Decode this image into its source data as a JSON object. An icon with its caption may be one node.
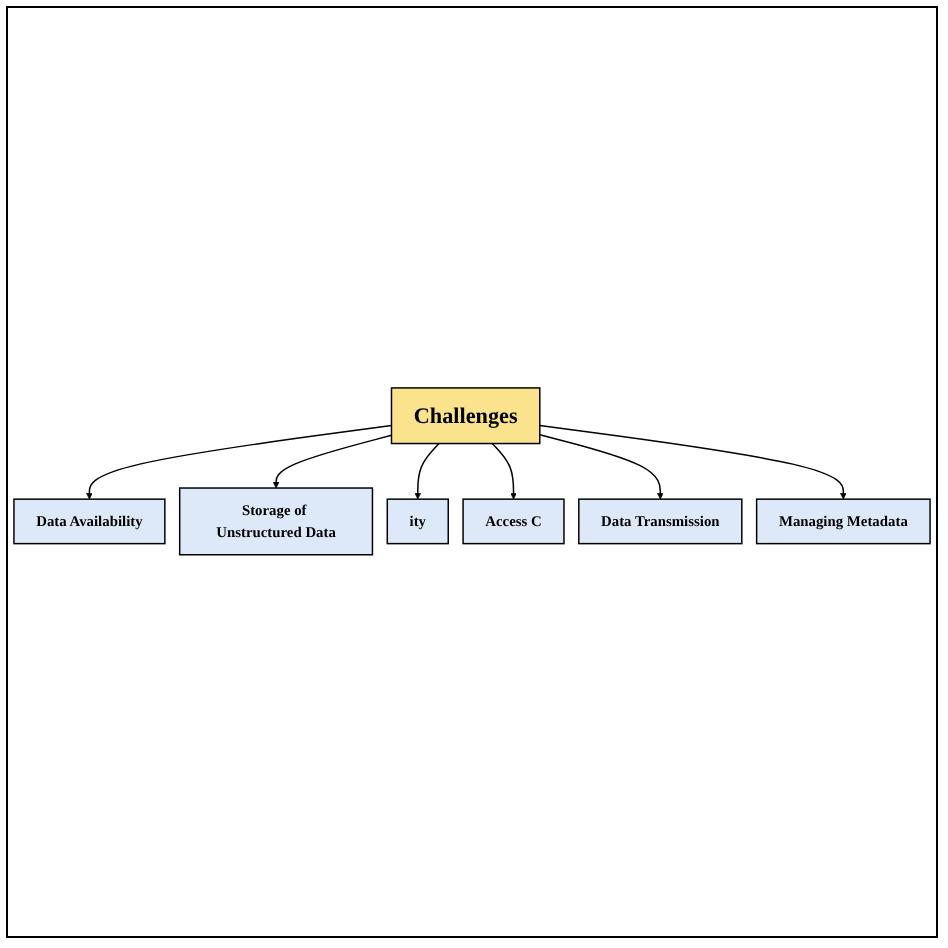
{
  "diagram": {
    "nodes": [
      {
        "text": [
          "Data Availability"
        ]
      },
      {
        "text": [
          "Storage of Unstructured Data"
        ]
      },
      {
        "text": [
          "ity"
        ]
      },
      {
        "text": [
          "Challenges"
        ]
      },
      {
        "text": [
          "Access C"
        ]
      },
      {
        "text": [
          "Data Transmission"
        ]
      },
      {
        "text": [
          "Managing Metadata"
        ]
      }
    ],
    "edges": [
      {
        "from": 3,
        "to": 0,
        "arrow": "to"
      },
      {
        "from": 3,
        "to": 1,
        "arrow": "to"
      },
      {
        "from": 3,
        "to": 2,
        "arrow": "to"
      },
      {
        "from": 3,
        "to": 4,
        "arrow": "to"
      },
      {
        "from": 3,
        "to": 5,
        "arrow": "to"
      },
      {
        "from": 3,
        "to": 6,
        "arrow": "to"
      }
    ]
  }
}
